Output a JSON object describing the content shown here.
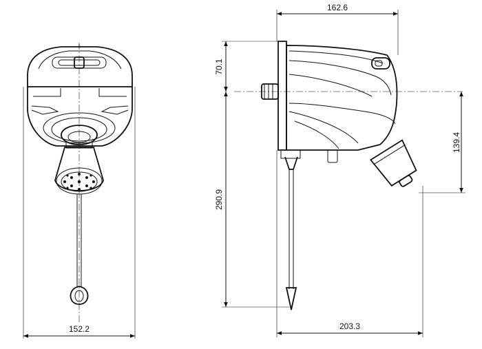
{
  "dimensions": {
    "top_width": "162.6",
    "top_height": "70.1",
    "total_height": "290.9",
    "right_height": "139.4",
    "bottom_right_width": "203.3",
    "bottom_left_width": "152.2"
  }
}
